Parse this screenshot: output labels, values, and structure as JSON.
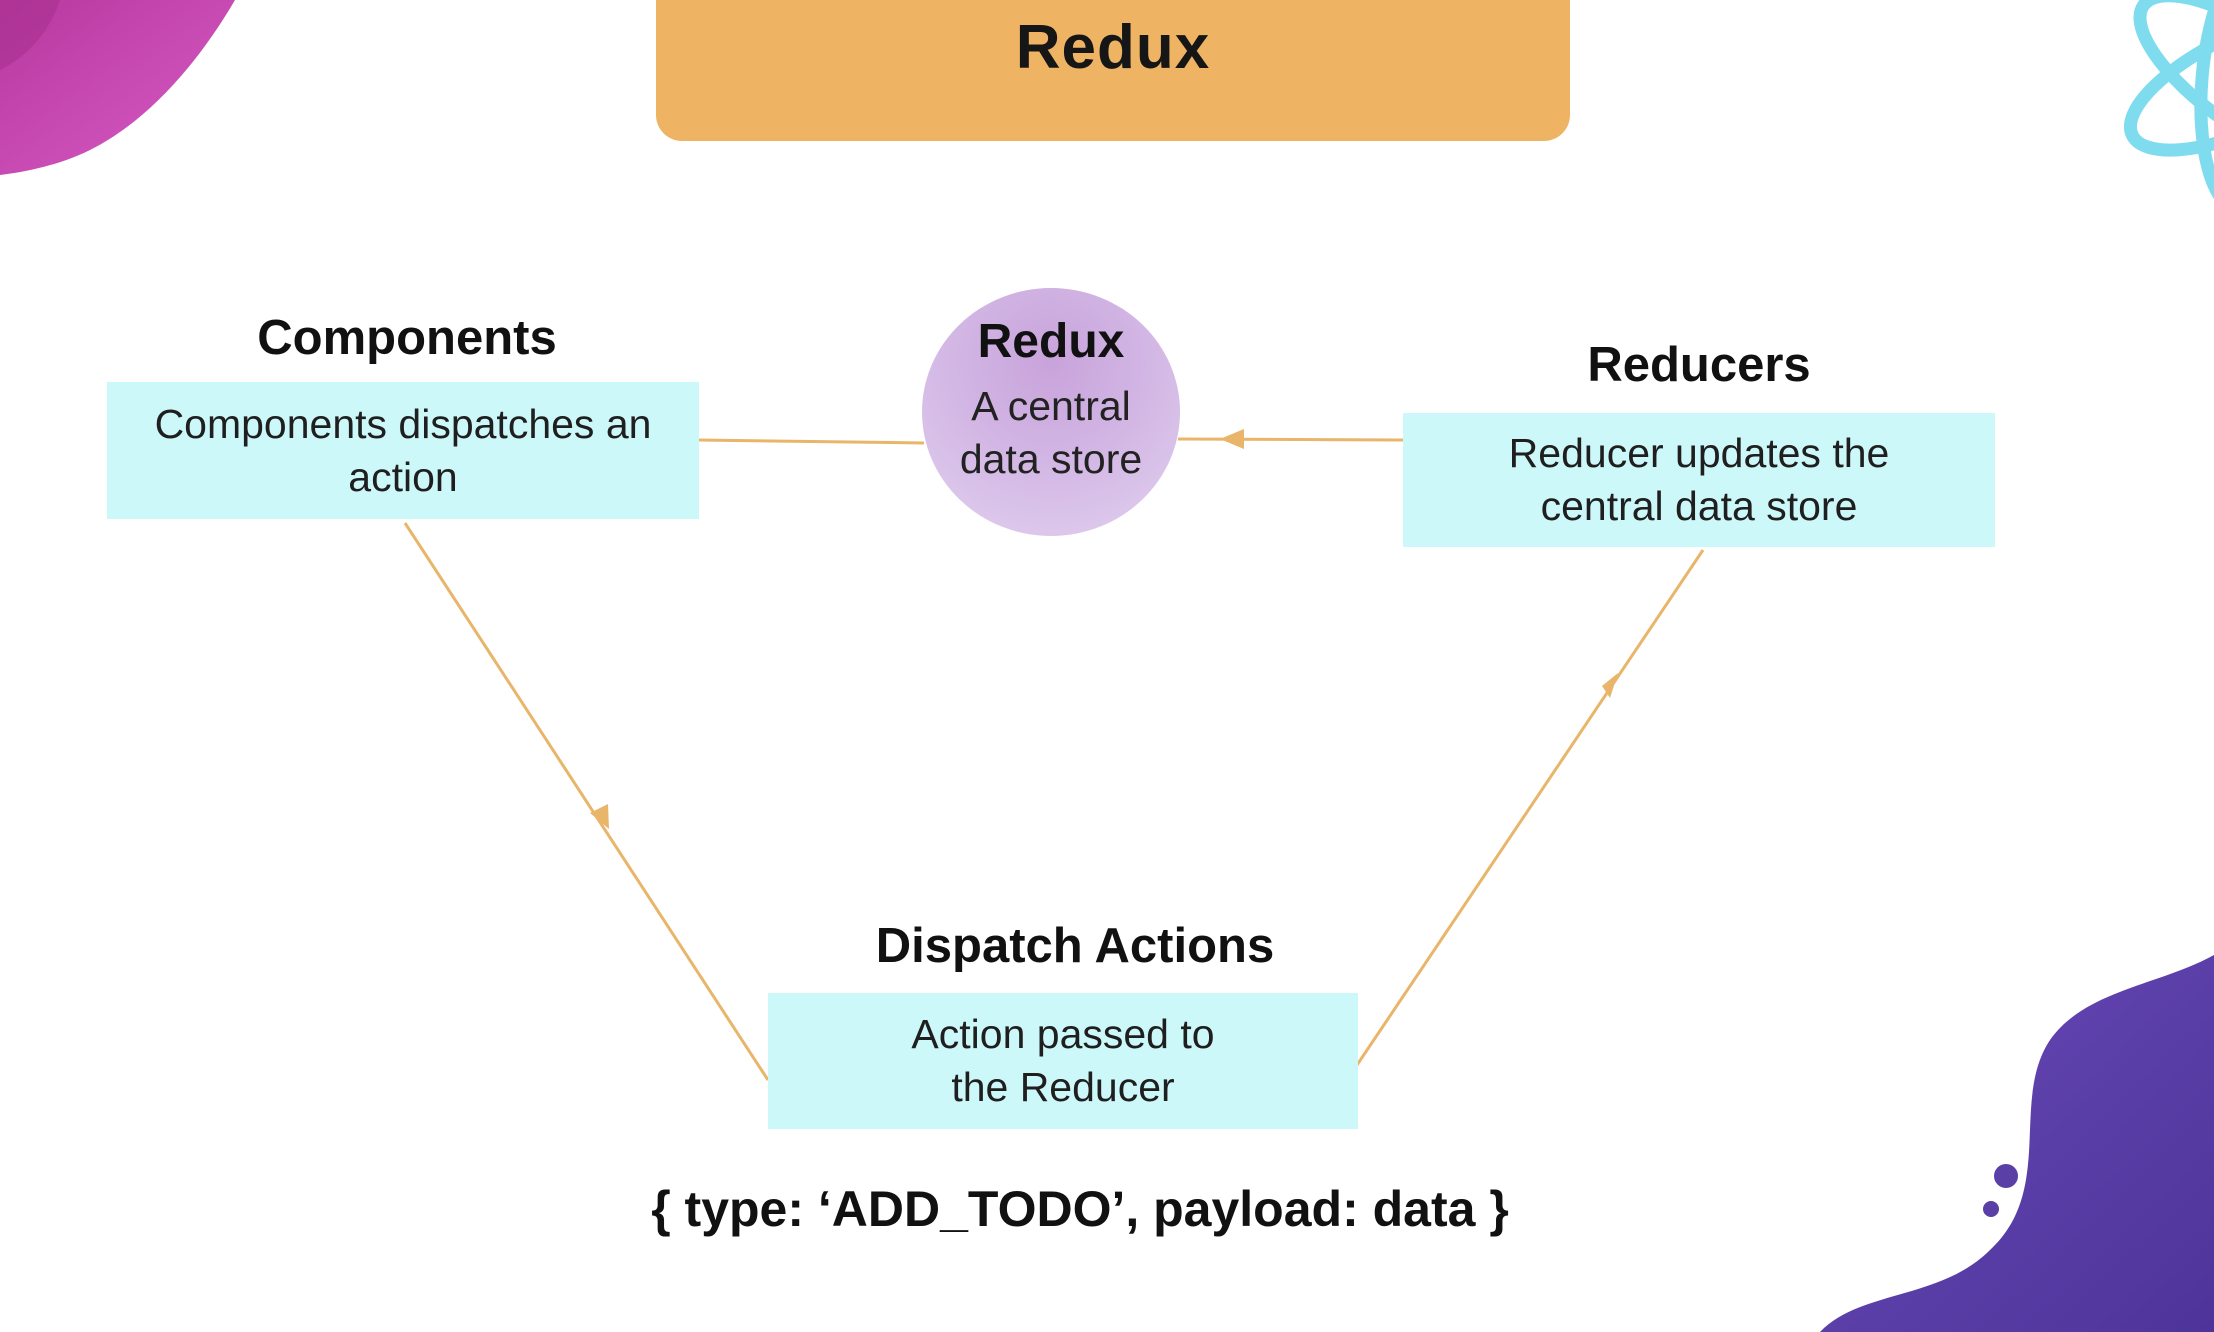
{
  "title": "Redux",
  "store": {
    "title": "Redux",
    "description": "A central data store"
  },
  "components": {
    "heading": "Components",
    "description": "Components dispatches an action"
  },
  "reducers": {
    "heading": "Reducers",
    "description": "Reducer updates the central data store"
  },
  "dispatch": {
    "heading": "Dispatch Actions",
    "description": "Action passed to the Reducer"
  },
  "action_example": "{ type: ‘ADD_TODO’, payload: data }",
  "colors": {
    "banner": "#eeb464",
    "node_box": "#cdf8fa",
    "store_circle": "#d2b6e4",
    "arrow": "#e8b56a",
    "blob_top_left": "#d555c2",
    "blob_bottom_right": "#5a3fa6",
    "react_logo": "#7fdcee"
  },
  "icons": [
    "react-logo-icon"
  ]
}
